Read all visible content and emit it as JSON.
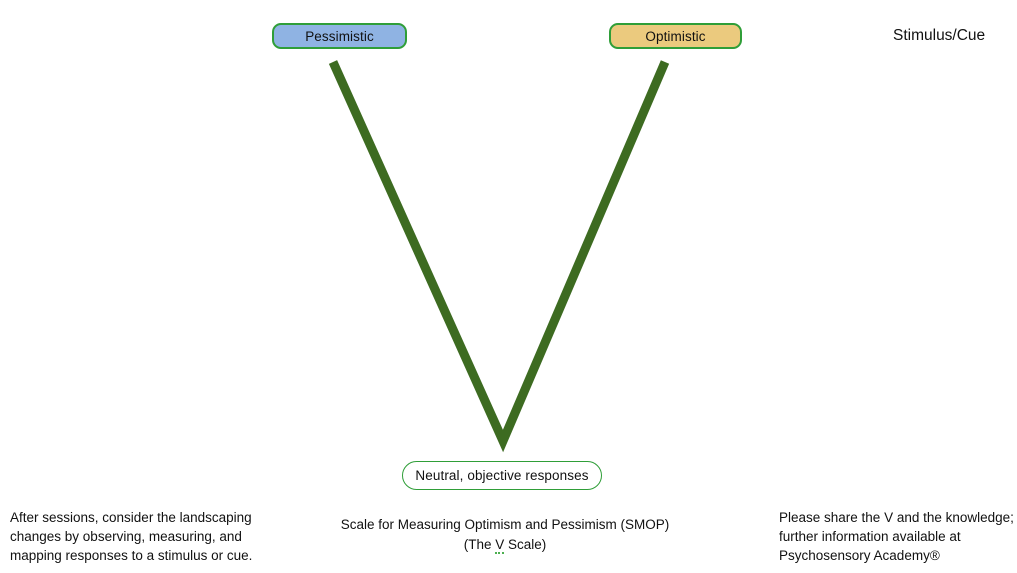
{
  "colors": {
    "background": "#ffffff",
    "pessimistic_fill": "#8FB3E3",
    "optimistic_fill": "#EBCA7E",
    "neutral_fill": "#ffffff",
    "pill_border": "#2F9E38",
    "v_stroke": "#3D6B21",
    "text": "#111111",
    "squiggle": "#4CAF50"
  },
  "header": {
    "stimulus_cue": "Stimulus/Cue"
  },
  "scale": {
    "pessimistic": "Pessimistic",
    "optimistic": "Optimistic",
    "neutral": "Neutral, objective responses"
  },
  "footer": {
    "left_lines": [
      "After sessions, consider the landscaping",
      "changes by observing, measuring, and",
      "mapping responses to a stimulus or cue."
    ],
    "center": {
      "line1": "Scale for Measuring Optimism and Pessimism (SMOP)",
      "line2_pre": "(The ",
      "line2_v": "V",
      "line2_post": " Scale)"
    },
    "right_lines": [
      "Please share the V and the knowledge;",
      "further information available at",
      "Psychosensory Academy®"
    ]
  }
}
